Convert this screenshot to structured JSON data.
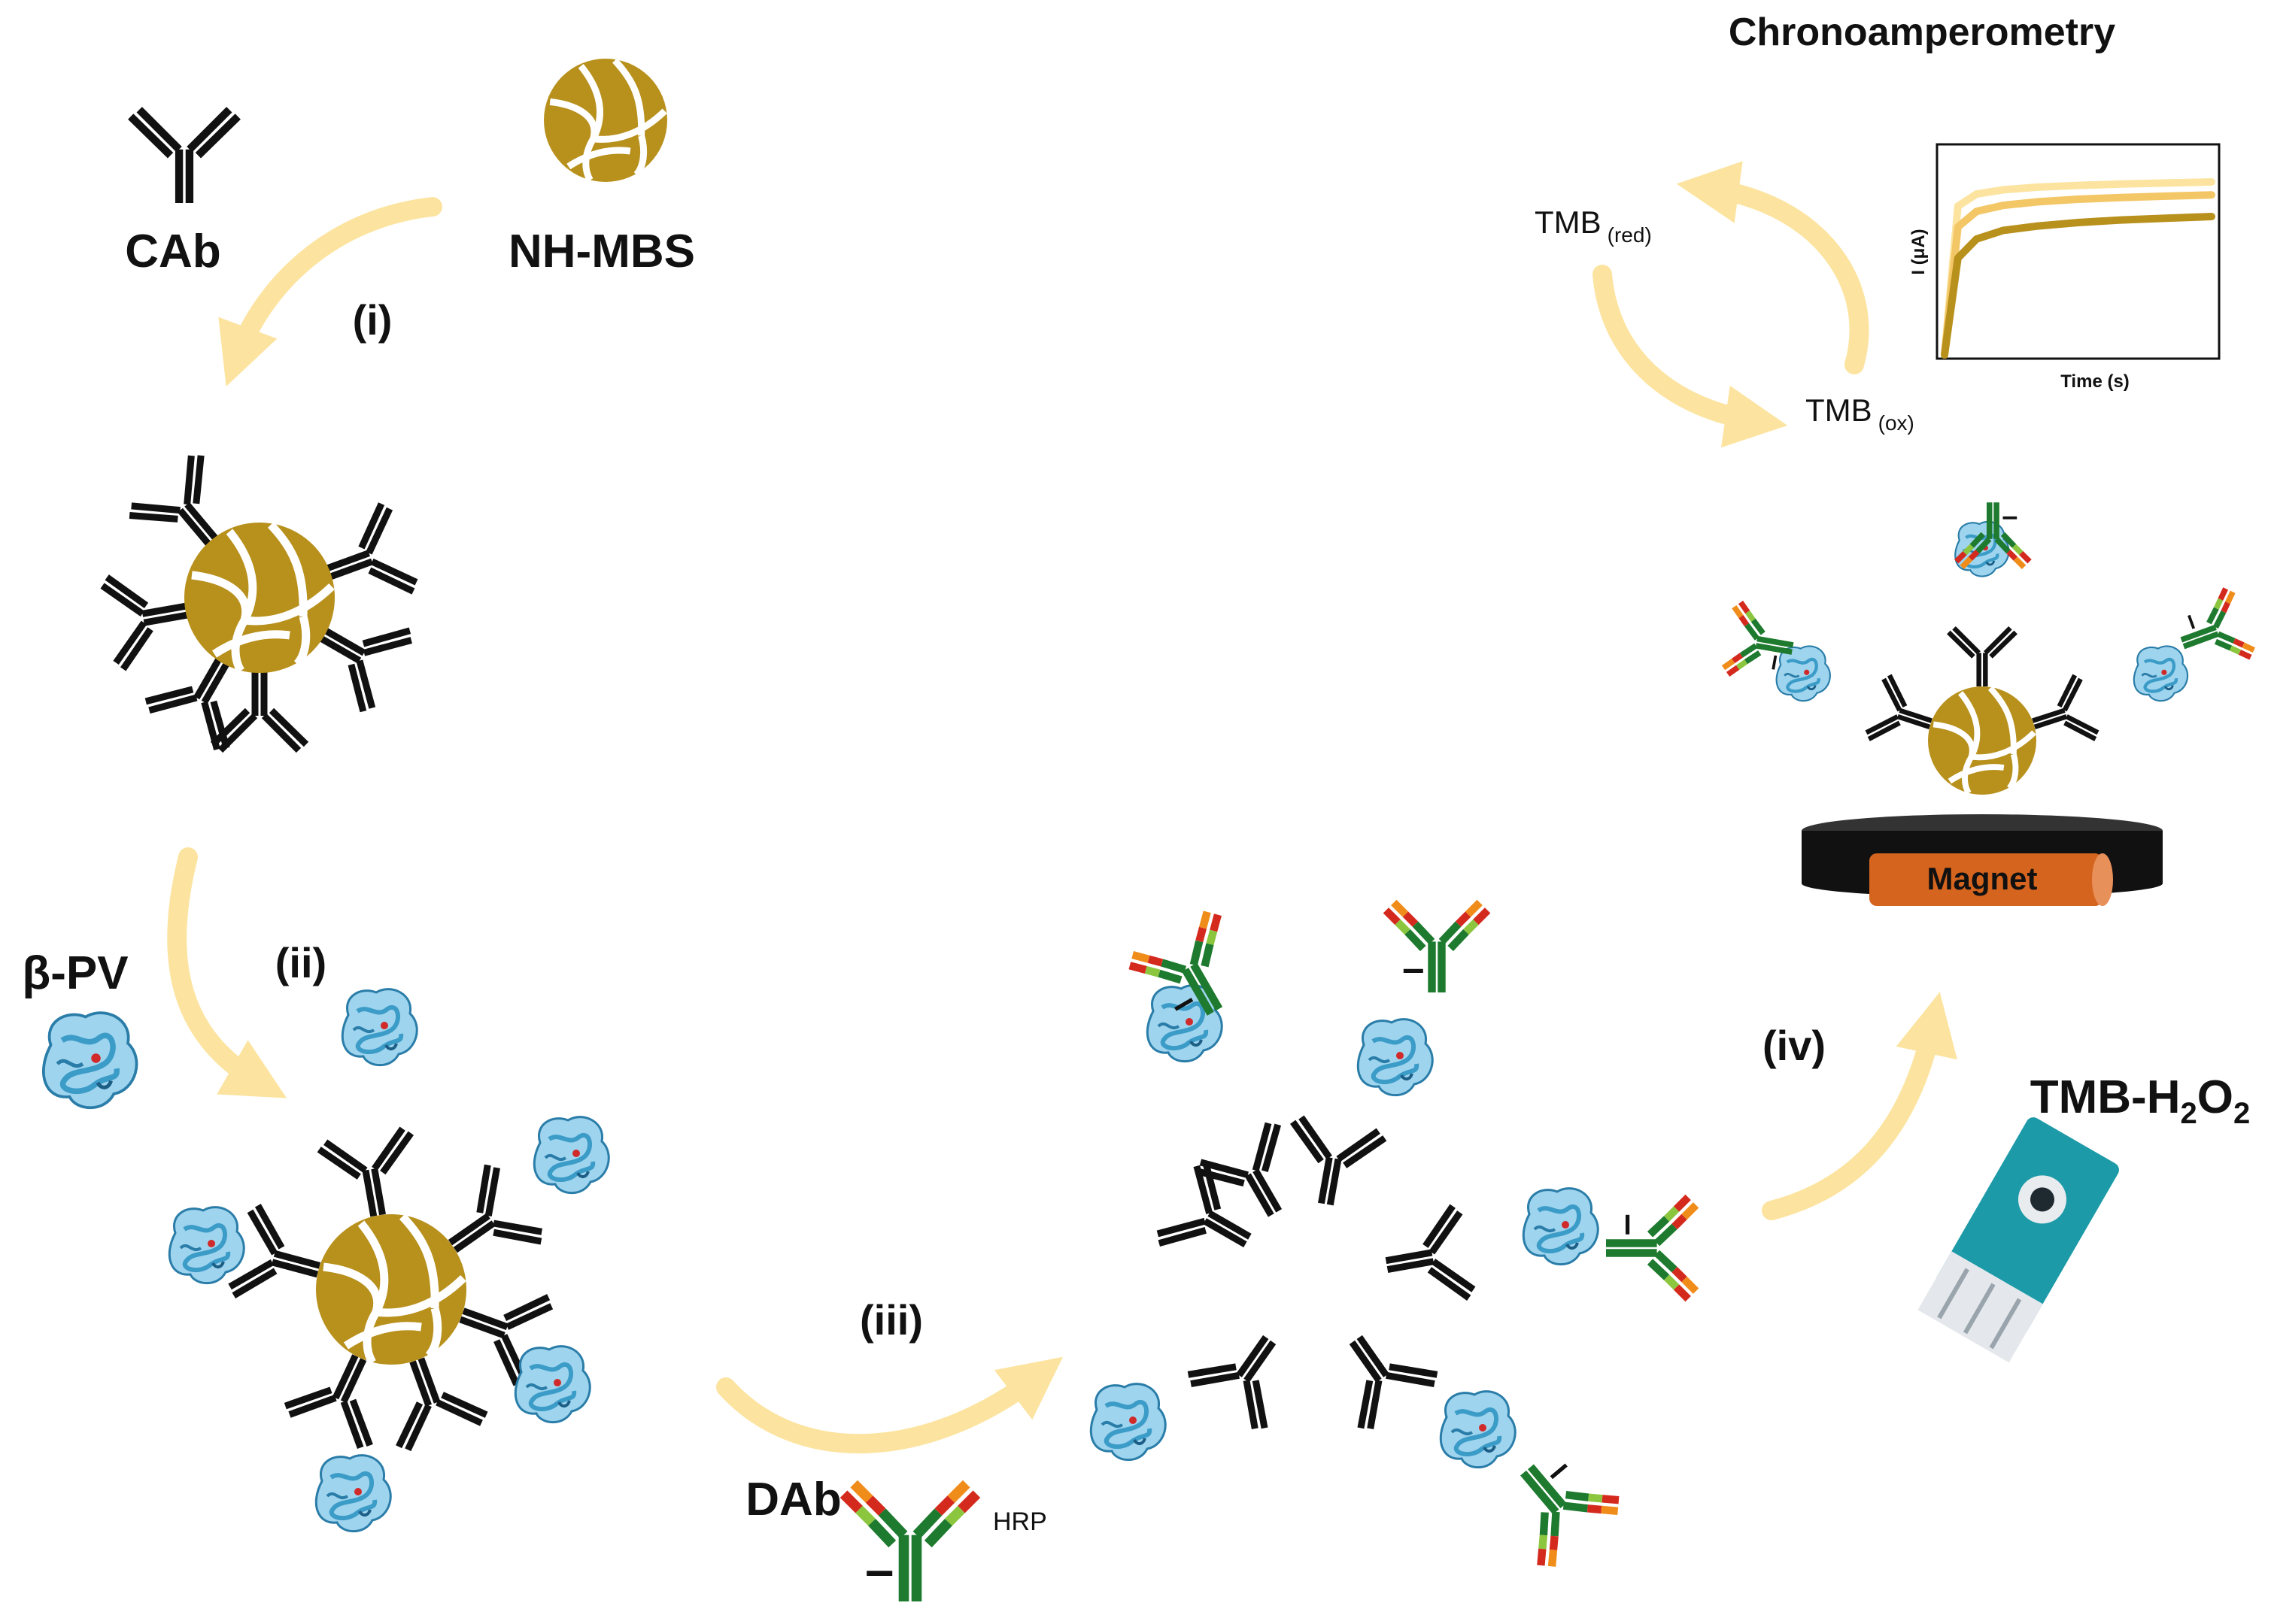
{
  "labels": {
    "cab": "CAb",
    "nh_mbs": "NH-MBS",
    "beta_pv": "β-PV",
    "dab": "DAb",
    "tmb_h2o2_base": "TMB-H",
    "tmb_h2o2_sub1": "2",
    "tmb_h2o2_mid": "O",
    "tmb_h2o2_sub2": "2",
    "magnet": "Magnet",
    "chronoamperometry": "Chronoamperometry",
    "tmb_red_base": "TMB",
    "tmb_red_sub": "(red)",
    "tmb_ox_base": "TMB",
    "tmb_ox_sub": "(ox)",
    "hrp": "HRP",
    "y_axis": "I (μA)",
    "x_axis": "Time (s)"
  },
  "steps": {
    "i": "(i)",
    "ii": "(ii)",
    "iii": "(iii)",
    "iv": "(iv)"
  },
  "colors": {
    "bead_gold": "#B8901C",
    "arrow_pale_yellow": "#FCE4A0",
    "antibody_black": "#111111",
    "dab_green": "#1E7A2E",
    "dab_red": "#D42A1E",
    "dab_orange": "#F08C1A",
    "dab_lime": "#8CC63F",
    "protein_blue": "#3C9CC8",
    "magnet_orange": "#D5641E",
    "electrode_teal": "#1C9AA8"
  },
  "chart_data": {
    "type": "line",
    "xlabel": "Time (s)",
    "ylabel": "I (μA)",
    "grid": false,
    "legend": "none",
    "series": [
      {
        "color": "#FCE4A0",
        "values": [
          0,
          0.86,
          0.93,
          0.955,
          0.97,
          0.98,
          0.988,
          0.994,
          1.0
        ]
      },
      {
        "color": "#F3C666",
        "values": [
          0,
          0.74,
          0.83,
          0.865,
          0.885,
          0.9,
          0.91,
          0.918,
          0.925
        ]
      },
      {
        "color": "#B8901C",
        "values": [
          0,
          0.56,
          0.67,
          0.72,
          0.745,
          0.765,
          0.78,
          0.79,
          0.8
        ]
      }
    ],
    "x": [
      0,
      0.05,
      0.12,
      0.22,
      0.35,
      0.5,
      0.66,
      0.83,
      1.0
    ]
  }
}
